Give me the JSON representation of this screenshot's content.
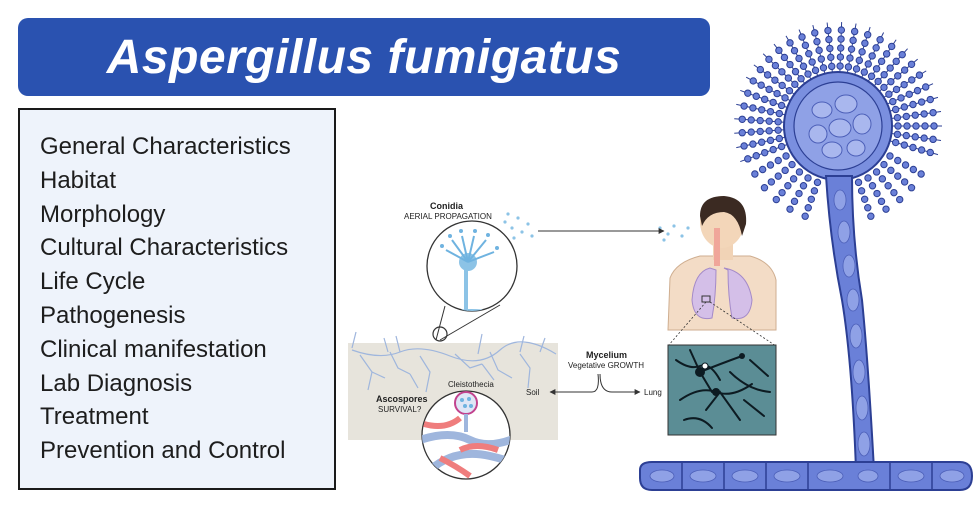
{
  "title": "Aspergillus fumigatus",
  "topics": [
    "General Characteristics",
    "Habitat",
    "Morphology",
    "Cultural Characteristics",
    "Life Cycle",
    "Pathogenesis",
    "Clinical manifestation",
    "Lab Diagnosis",
    "Treatment",
    "Prevention and Control"
  ],
  "diagram": {
    "conidia_title": "Conidia",
    "conidia_sub": "AERIAL PROPAGATION",
    "mycelium_title": "Mycelium",
    "mycelium_sub": "Vegetative GROWTH",
    "soil": "Soil",
    "lung": "Lung",
    "ascospores_title": "Ascospores",
    "ascospores_sub": "SURVIVAL?",
    "cleistothecia": "Cleistothecia"
  },
  "colors": {
    "banner": "#2a52b0",
    "fungus": "#6a80d8",
    "fungus_dark": "#2c3f94",
    "panel": "#eef3fb"
  }
}
